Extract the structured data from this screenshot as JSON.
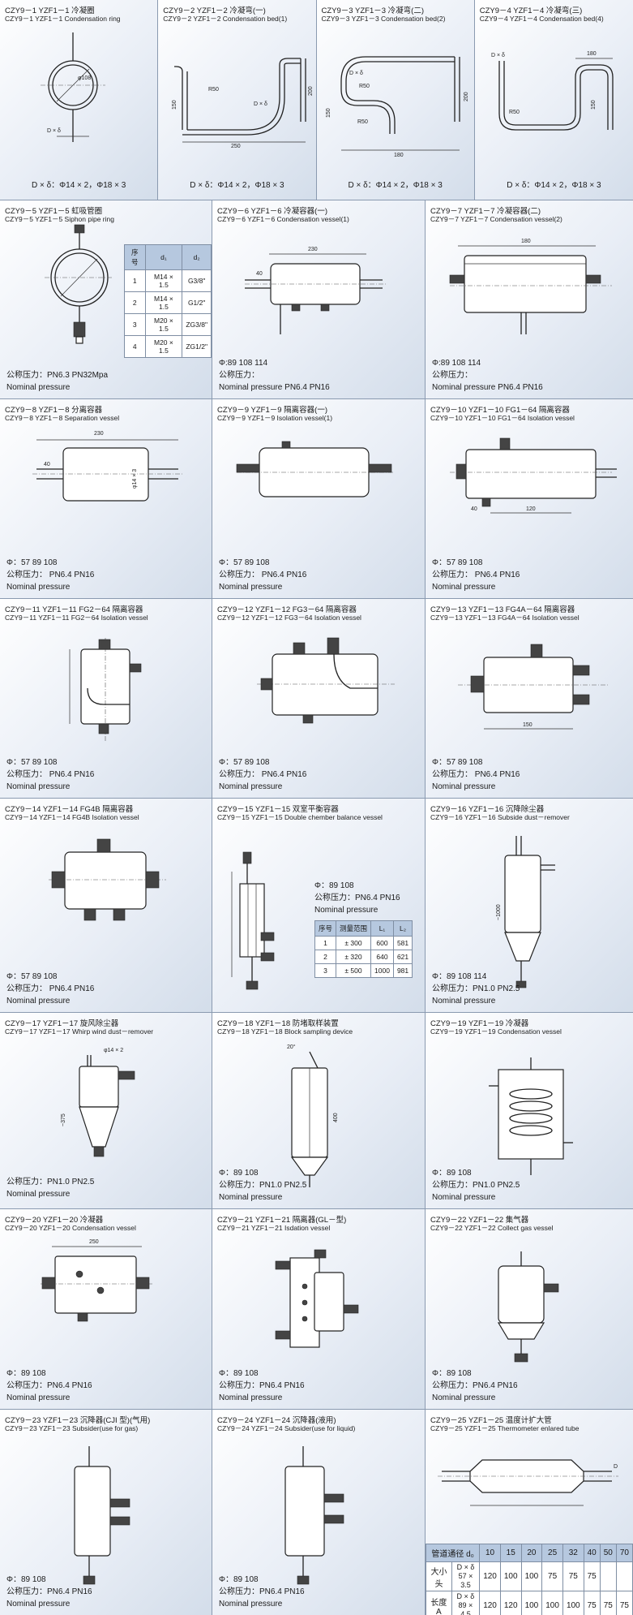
{
  "row1": [
    {
      "t1": "CZY9－1  YZF1－1 冷凝圈",
      "t2": "CZY9－1  YZF1－1  Condensation ring",
      "dim": "D × δ：Φ14 × 2，Φ18 × 3",
      "labels": {
        "a": "φ108",
        "b": "D × δ"
      }
    },
    {
      "t1": "CZY9－2  YZF1－2 冷凝弯(一)",
      "t2": "CZY9－2  YZF1－2 Condensation bed(1)",
      "dim": "D × δ：Φ14 × 2，Φ18 × 3",
      "labels": {
        "a": "D × δ",
        "b": "R50",
        "c": "150",
        "d": "200",
        "e": "250"
      }
    },
    {
      "t1": "CZY9－3  YZF1－3 冷凝弯(二)",
      "t2": "CZY9－3  YZF1－3  Condensation bed(2)",
      "dim": "D × δ：Φ14 × 2，Φ18 × 3",
      "labels": {
        "a": "D × δ",
        "b": "R50",
        "c": "R50",
        "d": "150",
        "e": "200",
        "f": "180"
      }
    },
    {
      "t1": "CZY9－4  YZF1－4 冷凝弯(三)",
      "t2": "CZY9－4 YZF1－4 Condensation bed(4)",
      "dim": "D × δ：Φ14 × 2，Φ18 × 3",
      "labels": {
        "a": "D × δ",
        "b": "180",
        "c": "R50",
        "d": "150"
      }
    }
  ],
  "row2": [
    {
      "t1": "CZY9－5  YZF1－5 虹吸管圈",
      "t2": "CZY9－5  YZF1－5 Siphon pipe ring",
      "specs": [
        "公称压力：PN6.3  PN32Mpa",
        "Nominal pressure"
      ],
      "table": {
        "headers": [
          "序号",
          "d₁",
          "d₂"
        ],
        "rows": [
          [
            "1",
            "M14 × 1.5",
            "G3/8\""
          ],
          [
            "2",
            "M14 × 1.5",
            "G1/2\""
          ],
          [
            "3",
            "M20 × 1.5",
            "ZG3/8\""
          ],
          [
            "4",
            "M20 × 1.5",
            "ZG1/2\""
          ]
        ]
      }
    },
    {
      "t1": "CZY9－6  YZF1－6 冷凝容器(一)",
      "t2": "CZY9－6  YZF1－6  Condensation vessel(1)",
      "specs": [
        "Φ:89  108  114",
        "公称压力：",
        "Nominal pressure PN6.4   PN16"
      ],
      "labels": {
        "a": "230",
        "b": "40"
      }
    },
    {
      "t1": "CZY9－7  YZF1－7 冷凝容器(二)",
      "t2": "CZY9－7  YZF1－7  Condensation vessel(2)",
      "specs": [
        "Φ:89  108  114",
        "公称压力：",
        "Nominal pressure PN6.4   PN16"
      ],
      "labels": {
        "a": "180"
      }
    }
  ],
  "row3": [
    {
      "t1": "CZY9－8  YZF1－8  分离容器",
      "t2": "CZY9－8  YZF1－8  Separation vessel",
      "specs": [
        "Φ：57  89  108",
        "公称压力：  PN6.4    PN16",
        "Nominal pressure"
      ],
      "labels": {
        "a": "230",
        "b": "40",
        "c": "φ14 × 3"
      }
    },
    {
      "t1": "CZY9－9  YZF1－9  隔离容器(一)",
      "t2": "CZY9－9  YZF1－9  Isolation  vessel(1)",
      "specs": [
        "Φ：57  89  108",
        "公称压力：  PN6.4    PN16",
        "Nominal pressure"
      ]
    },
    {
      "t1": "CZY9－10  YZF1－10  FG1－64 隔离容器",
      "t2": "CZY9－10 YZF1－10   FG1－64 Isolation vessel",
      "specs": [
        "Φ：57  89  108",
        "公称压力：  PN6.4    PN16",
        "Nominal pressure"
      ],
      "labels": {
        "a": "120",
        "b": "40"
      }
    }
  ],
  "row4": [
    {
      "t1": "CZY9－11   YZF1－11  FG2－64 隔离容器",
      "t2": "CZY9－11  YZF1－11  FG2－64  Isolation vessel",
      "specs": [
        "Φ：57  89  108",
        "公称压力：  PN6.4    PN16",
        "Nominal pressure"
      ]
    },
    {
      "t1": "CZY9－12  YZF1－12  FG3－64 隔离容器",
      "t2": "CZY9－12  YZF1－12  FG3－64 Isolation vessel",
      "specs": [
        "Φ：57  89  108",
        "公称压力：  PN6.4    PN16",
        "Nominal pressure"
      ]
    },
    {
      "t1": "CZY9－13  YZF1－13  FG4A－64 隔离容器",
      "t2": "CZY9－13 YZF1－13  FG4A－64 Isolation vessel",
      "specs": [
        "Φ：57  89  108",
        "公称压力：  PN6.4    PN16",
        "Nominal pressure"
      ],
      "labels": {
        "a": "150"
      }
    }
  ],
  "row5": [
    {
      "t1": "CZY9－14  YZF1－14  FG4B 隔离容器",
      "t2": "CZY9－14  YZF1－14  FG4B Isolation vessel",
      "specs": [
        "Φ：57  89  108",
        "公称压力：  PN6.4    PN16",
        "Nominal pressure"
      ]
    },
    {
      "t1": "CZY9－15  YZF1－15   双室平衡容器",
      "t2": "CZY9－15  YZF1－15  Double chember balance vessel",
      "specs": [
        "Φ：89  108",
        "公称压力：PN6.4  PN16",
        "Nominal pressure"
      ],
      "table": {
        "headers": [
          "序号",
          "测量范围",
          "L₁",
          "L₂"
        ],
        "rows": [
          [
            "1",
            "± 300",
            "600",
            "581"
          ],
          [
            "2",
            "± 320",
            "640",
            "621"
          ],
          [
            "3",
            "± 500",
            "1000",
            "981"
          ]
        ]
      }
    },
    {
      "t1": "CZY9－16  YZF1－16  沉降除尘器",
      "t2": "CZY9－16 YZF1－16  Subside dust－remover",
      "specs": [
        "Φ：89  108  114",
        "公称压力：PN1.0  PN2.5",
        "Nominal pressure"
      ],
      "labels": {
        "a": "~1000"
      }
    }
  ],
  "row6": [
    {
      "t1": "CZY9－17  YZF1－17  旋风除尘器",
      "t2": "CZY9－17  YZF1－17  Whirp wind dust－remover",
      "specs": [
        "公称压力：PN1.0  PN2.5",
        "Nominal pressure"
      ],
      "labels": {
        "a": "φ14 × 2",
        "b": "~375"
      }
    },
    {
      "t1": "CZY9－18  YZF1－18  防堵取样装置",
      "t2": "CZY9－18  YZF1－18  Block sampling device",
      "specs": [
        "Φ：89  108",
        "公称压力：PN1.0  PN2.5",
        "Nominal pressure"
      ],
      "labels": {
        "a": "20°",
        "b": "400"
      }
    },
    {
      "t1": "CZY9－19  YZF1－19  冷凝器",
      "t2": "CZY9－19  YZF1－19  Condensation vessel",
      "specs": [
        "Φ：89  108",
        "公称压力：PN1.0  PN2.5",
        "Nominal pressure"
      ]
    }
  ],
  "row7": [
    {
      "t1": "CZY9－20  YZF1－20 冷凝器",
      "t2": "CZY9－20  YZF1－20  Condensation vessel",
      "specs": [
        "Φ：89  108",
        "公称压力：PN6.4  PN16",
        "Nominal pressure"
      ],
      "labels": {
        "a": "250"
      }
    },
    {
      "t1": "CZY9－21  YZF1－21  隔离器(GL－型)",
      "t2": "CZY9－21  YZF1－21  Isdation vessel",
      "specs": [
        "Φ：89  108",
        "公称压力：PN6.4  PN16",
        "Nominal pressure"
      ]
    },
    {
      "t1": "CZY9－22  YZF1－22  集气器",
      "t2": "CZY9－22  YZF1－22  Collect gas vessel",
      "specs": [
        "Φ：89  108",
        "公称压力：PN6.4  PN16",
        "Nominal pressure"
      ]
    }
  ],
  "row8": [
    {
      "t1": "CZY9－23  YZF1－23  沉降器(CJI 型)(气用)",
      "t2": "CZY9－23  YZF1－23  Subsider(use for gas)",
      "specs": [
        "Φ：89  108",
        "公称压力：PN6.4  PN16",
        "Nominal pressure"
      ]
    },
    {
      "t1": "CZY9－24  YZF1－24  沉降器(液用)",
      "t2": "CZY9－24  YZF1－24  Subsider(use for liquid)",
      "specs": [
        "Φ：89  108",
        "公称压力：PN6.4  PN16",
        "Nominal pressure"
      ]
    },
    {
      "t1": "CZY9－25  YZF1－25 温度计扩大管",
      "t2": "CZY9－25  YZF1－25  Thermometer enlared tube",
      "labels": {
        "a": "D"
      },
      "table": {
        "head_label": "管道通径 d₀",
        "head_values": [
          "10",
          "15",
          "20",
          "25",
          "32",
          "40",
          "50",
          "70"
        ],
        "rows": [
          {
            "name": "大小头",
            "sub": "D × δ",
            "sub2": "57 × 3.5",
            "values": [
              "120",
              "100",
              "100",
              "75",
              "75",
              "75",
              "",
              ""
            ]
          },
          {
            "name": "长度 A",
            "sub": "D × δ",
            "sub2": "89 × 4.5",
            "values": [
              "120",
              "120",
              "100",
              "100",
              "100",
              "75",
              "75",
              "75"
            ]
          }
        ]
      }
    }
  ]
}
